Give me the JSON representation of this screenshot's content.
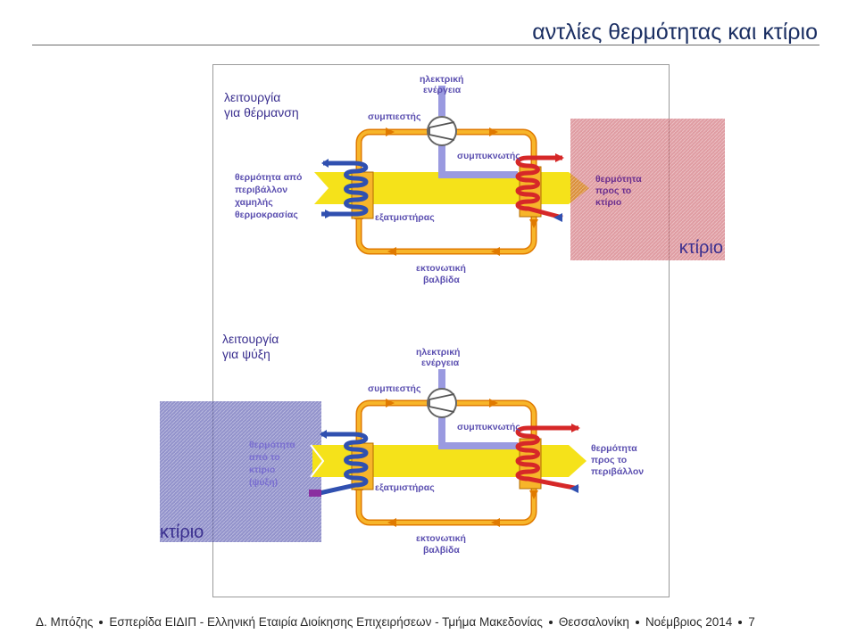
{
  "slide": {
    "title": "αντλίες θερμότητας και κτίριο"
  },
  "heating": {
    "mode_line1": "λειτουργία",
    "mode_line2": "για θέρμανση",
    "electric_line1": "ηλεκτρική",
    "electric_line2": "ενέργεια",
    "compressor": "συμπιεστής",
    "condenser": "συμπυκνωτής",
    "evaporator": "εξατμιστήρας",
    "valve_line1": "εκτονωτική",
    "valve_line2": "βαλβίδα",
    "source_line1": "θερμότητα από",
    "source_line2": "περιβάλλον",
    "source_line3": "χαμηλής",
    "source_line4": "θερμοκρασίας",
    "output_line1": "θερμότητα",
    "output_line2": "προς το",
    "output_line3": "κτίριο",
    "building_label": "κτίριο"
  },
  "cooling": {
    "mode_line1": "λειτουργία",
    "mode_line2": "για ψύξη",
    "electric_line1": "ηλεκτρική",
    "electric_line2": "ενέργεια",
    "compressor": "συμπιεστής",
    "condenser": "συμπυκνωτής",
    "evaporator": "εξατμιστήρας",
    "valve_line1": "εκτονωτική",
    "valve_line2": "βαλβίδα",
    "source_line1": "θερμότητα",
    "source_line2": "από το",
    "source_line3": "κτίριο",
    "source_line4": "(ψύξη)",
    "output_line1": "θερμότητα",
    "output_line2": "προς το",
    "output_line3": "περιβάλλον",
    "building_label": "κτίριο"
  },
  "footer": {
    "author": "Δ. Μπόζης",
    "event": "Εσπερίδα ΕΙΔΙΠ - Ελληνική Εταιρία Διοίκησης Επιχειρήσεων - Τμήμα Μακεδονίας",
    "city": "Θεσσαλονίκη",
    "date": "Νοέμβριος 2014",
    "page": "7"
  },
  "colors": {
    "pipe": "#f2a000",
    "yellow_band": "#f5e21a",
    "electric": "#9a9ae0",
    "building_heating": "#c0404a",
    "building_cooling": "#4a4aa8",
    "hot": "#d62828",
    "cold": "#3050b0",
    "label": "#5b4fb0"
  }
}
